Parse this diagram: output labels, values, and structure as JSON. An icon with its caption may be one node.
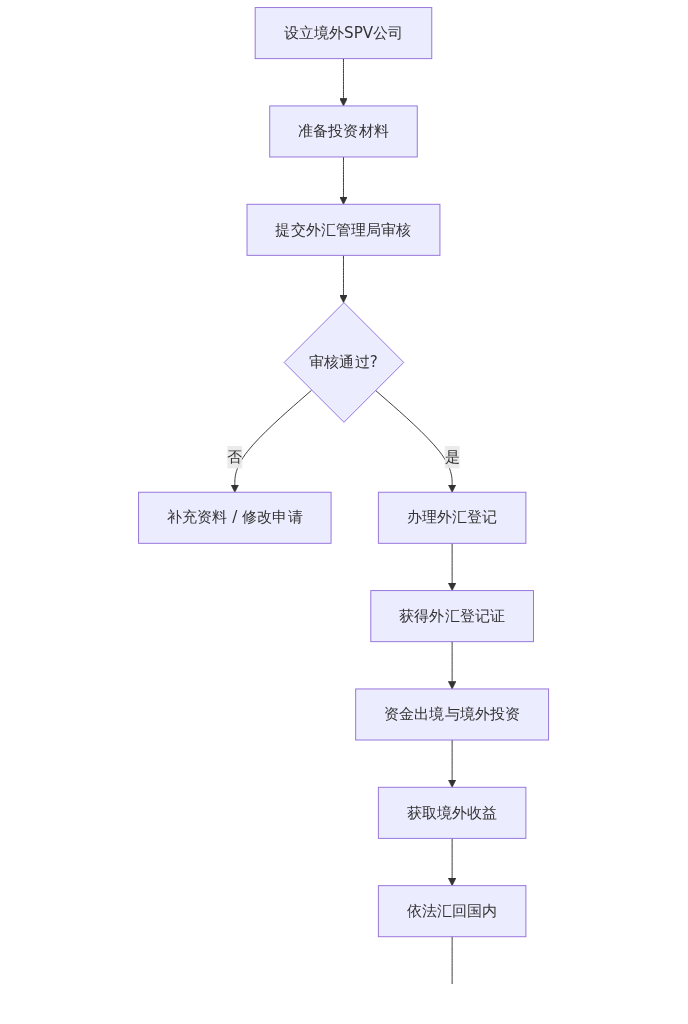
{
  "diagram": {
    "nodes": [
      {
        "text": [
          "设立境外SPV公司"
        ]
      },
      {
        "text": [
          "准备投资材料"
        ]
      },
      {
        "text": [
          "提交外汇管理局审核"
        ]
      },
      {
        "text": [
          "审核通过?"
        ]
      },
      {
        "text": [
          "补充资料 / 修改申请"
        ]
      },
      {
        "text": [
          "办理外汇登记"
        ]
      },
      {
        "text": [
          "获得外汇登记证"
        ]
      },
      {
        "text": [
          "资金出境与境外投资"
        ]
      },
      {
        "text": [
          "获取境外收益"
        ]
      },
      {
        "text": [
          "依法汇回国内"
        ]
      }
    ],
    "edges": [
      {
        "from": 0,
        "to": 1,
        "arrow": "to"
      },
      {
        "from": 1,
        "to": 2,
        "arrow": "to"
      },
      {
        "from": 2,
        "to": 3,
        "arrow": "to"
      },
      {
        "from": 3,
        "to": 4,
        "label": "否",
        "arrow": "to"
      },
      {
        "from": 3,
        "to": 5,
        "label": "是",
        "arrow": "to"
      },
      {
        "from": 5,
        "to": 6,
        "arrow": "to"
      },
      {
        "from": 6,
        "to": 7,
        "arrow": "to"
      },
      {
        "from": 7,
        "to": 8,
        "arrow": "to"
      },
      {
        "from": 8,
        "to": 9,
        "arrow": "to"
      },
      {
        "from": 9,
        "to": null,
        "arrow": "none"
      }
    ]
  }
}
